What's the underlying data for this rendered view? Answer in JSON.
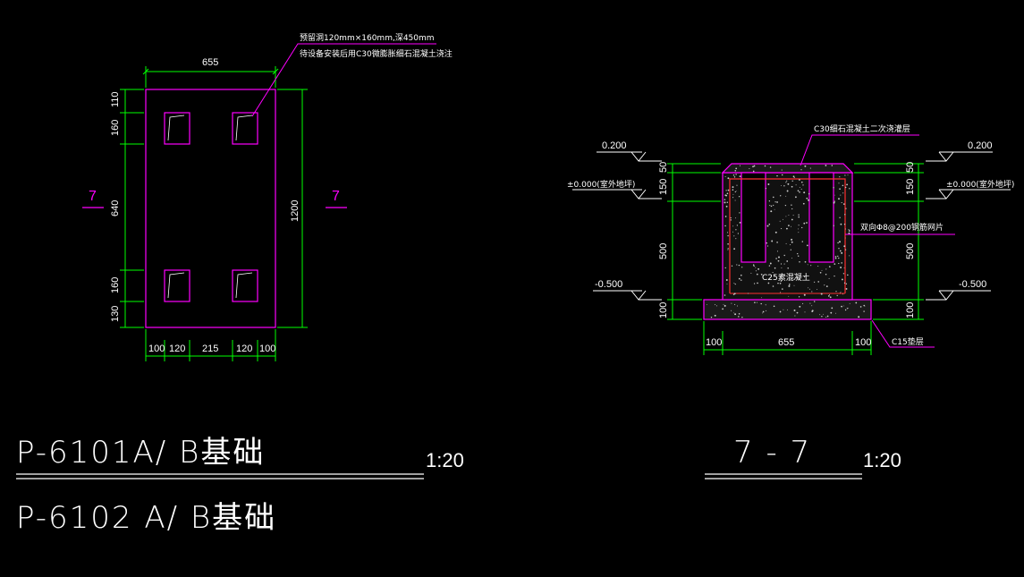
{
  "plan": {
    "dims": {
      "top_width": "655",
      "left_110": "110",
      "left_160a": "160",
      "left_640": "640",
      "left_160b": "160",
      "left_130": "130",
      "right_1200": "1200",
      "bottom_100a": "100",
      "bottom_120a": "120",
      "bottom_215": "215",
      "bottom_120b": "120",
      "bottom_100b": "100"
    },
    "note_line1": "预留洞120mm×160mm,深450mm",
    "note_line2": "待设备安装后用C30微膨胀细石混凝土浇注",
    "section_mark_left": "7",
    "section_mark_right": "7"
  },
  "section": {
    "top_note": "C30细石混凝土二次浇灌层",
    "rebar_note": "双向Φ8@200钢筋网片",
    "concrete_note": "C25素混凝土",
    "cushion_note": "C15垫层",
    "elev_top_left": "0.200",
    "elev_top_right": "0.200",
    "elev_ground_left": "±0.000(室外地坪)",
    "elev_ground_right": "±0.000(室外地坪)",
    "elev_bottom_left": "-0.500",
    "elev_bottom_right": "-0.500",
    "dims": {
      "left_50": "50",
      "left_150": "150",
      "left_500": "500",
      "left_100": "100",
      "right_50": "50",
      "right_150": "150",
      "right_500": "500",
      "right_100": "100",
      "bottom_100a": "100",
      "bottom_655": "655",
      "bottom_100b": "100"
    }
  },
  "titles": {
    "title1": "P-6101A/ B基础",
    "title2": "P-6102 A/ B基础",
    "scale1": "1:20",
    "section_title": "7 - 7",
    "scale2": "1:20"
  }
}
